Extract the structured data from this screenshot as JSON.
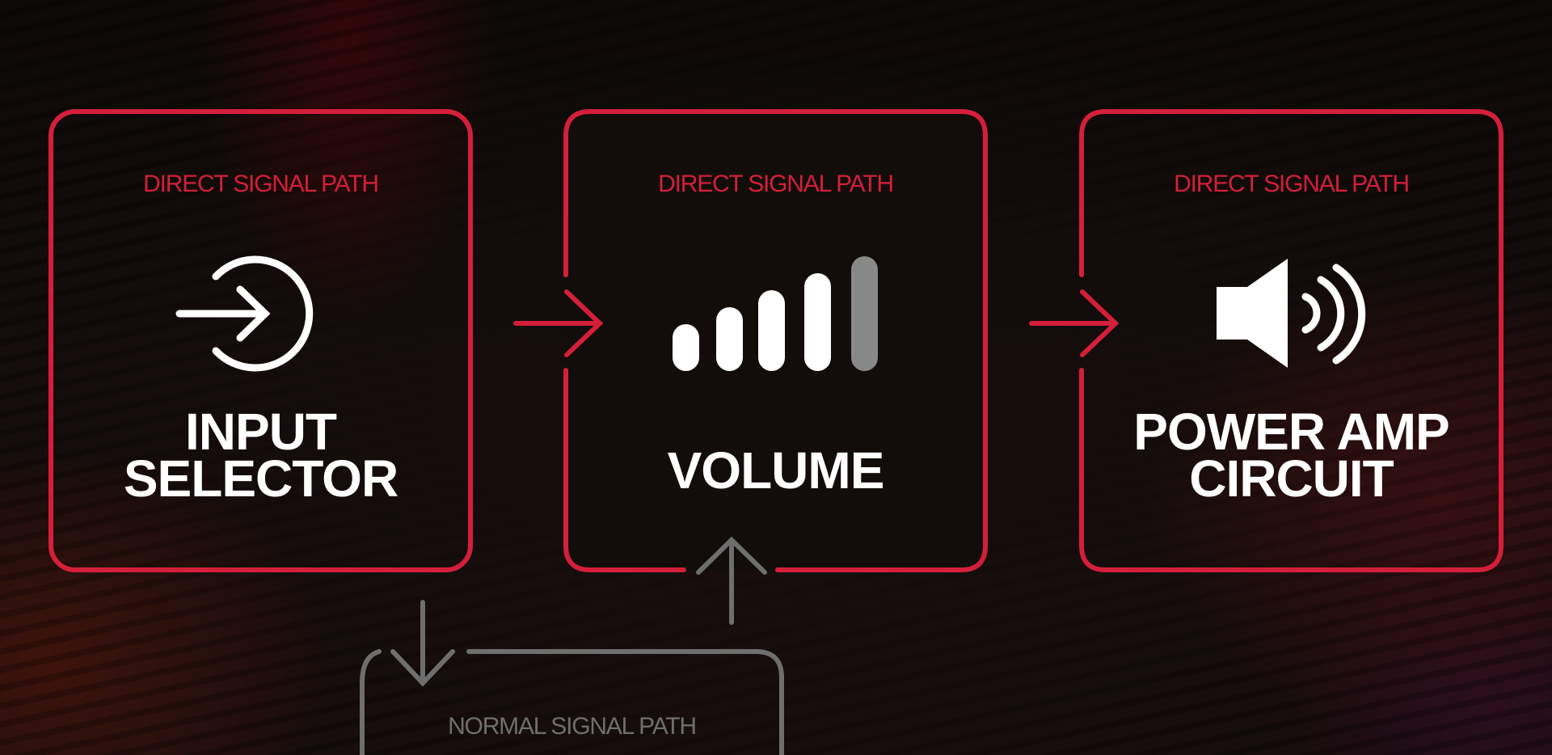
{
  "diagram": {
    "colors": {
      "accent_red": "#d41f3a",
      "normal_gray": "#6e6e6e",
      "text_white": "#ffffff",
      "volume_inactive_bar": "#888888",
      "background": "#120c0b"
    },
    "nodes": [
      {
        "id": "input-selector",
        "path_label": "DIRECT SIGNAL PATH",
        "title_lines": [
          "INPUT",
          "SELECTOR"
        ],
        "icon": "input-arrow-circle-icon"
      },
      {
        "id": "volume",
        "path_label": "DIRECT SIGNAL PATH",
        "title_lines": [
          "VOLUME"
        ],
        "icon": "volume-bars-icon",
        "volume_bars": {
          "total": 5,
          "active": 4
        }
      },
      {
        "id": "power-amp-circuit",
        "path_label": "DIRECT SIGNAL PATH",
        "title_lines": [
          "POWER AMP",
          "CIRCUIT"
        ],
        "icon": "speaker-icon"
      }
    ],
    "bypass_node": {
      "id": "normal-signal-path",
      "path_label": "NORMAL SIGNAL PATH"
    },
    "edges": [
      {
        "from": "input-selector",
        "to": "volume",
        "style": "direct",
        "color": "#d41f3a"
      },
      {
        "from": "volume",
        "to": "power-amp-circuit",
        "style": "direct",
        "color": "#d41f3a"
      },
      {
        "from": "input-selector",
        "to": "normal-signal-path",
        "style": "normal",
        "color": "#6e6e6e"
      },
      {
        "from": "normal-signal-path",
        "to": "volume",
        "style": "normal",
        "color": "#6e6e6e"
      }
    ]
  }
}
